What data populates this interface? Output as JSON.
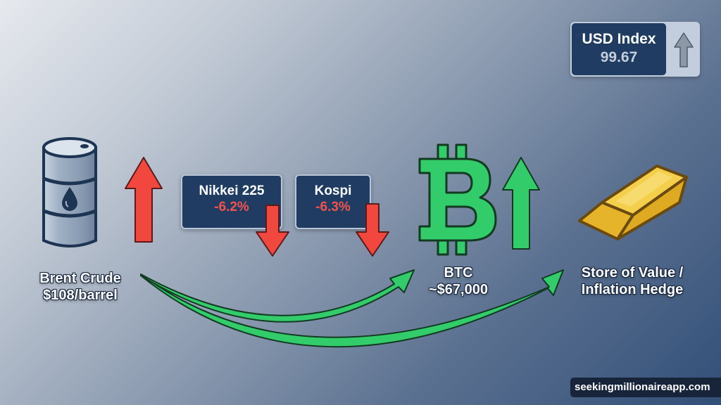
{
  "usd_index": {
    "label": "USD Index",
    "value": "99.67",
    "trend_icon": "up-arrow-gray"
  },
  "brent_crude": {
    "name": "Brent Crude",
    "price": "$108/barrel",
    "icon": "oil-barrel",
    "trend_icon": "up-arrow-red"
  },
  "nikkei": {
    "name": "Nikkei 225",
    "change": "-6.2%",
    "trend_icon": "down-arrow-red"
  },
  "kospi": {
    "name": "Kospi",
    "change": "-6.3%",
    "trend_icon": "down-arrow-red"
  },
  "btc": {
    "name": "BTC",
    "price": "~$67,000",
    "icon": "bitcoin-symbol",
    "trend_icon": "up-arrow-green"
  },
  "gold": {
    "line1": "Store of Value /",
    "line2": "Inflation Hedge",
    "icon": "gold-bar"
  },
  "flow_arrows": [
    {
      "from": "Brent Crude",
      "to": "BTC"
    },
    {
      "from": "Brent Crude",
      "to": "Store of Value / Inflation Hedge"
    }
  ],
  "watermark": "seekingmillionaireapp.com",
  "colors": {
    "up_red": "#f2473f",
    "down_red": "#f2473f",
    "green": "#33cc6b",
    "box_bg": "#203c62",
    "negative_text": "#ef5350",
    "gold": "#f2c335"
  }
}
